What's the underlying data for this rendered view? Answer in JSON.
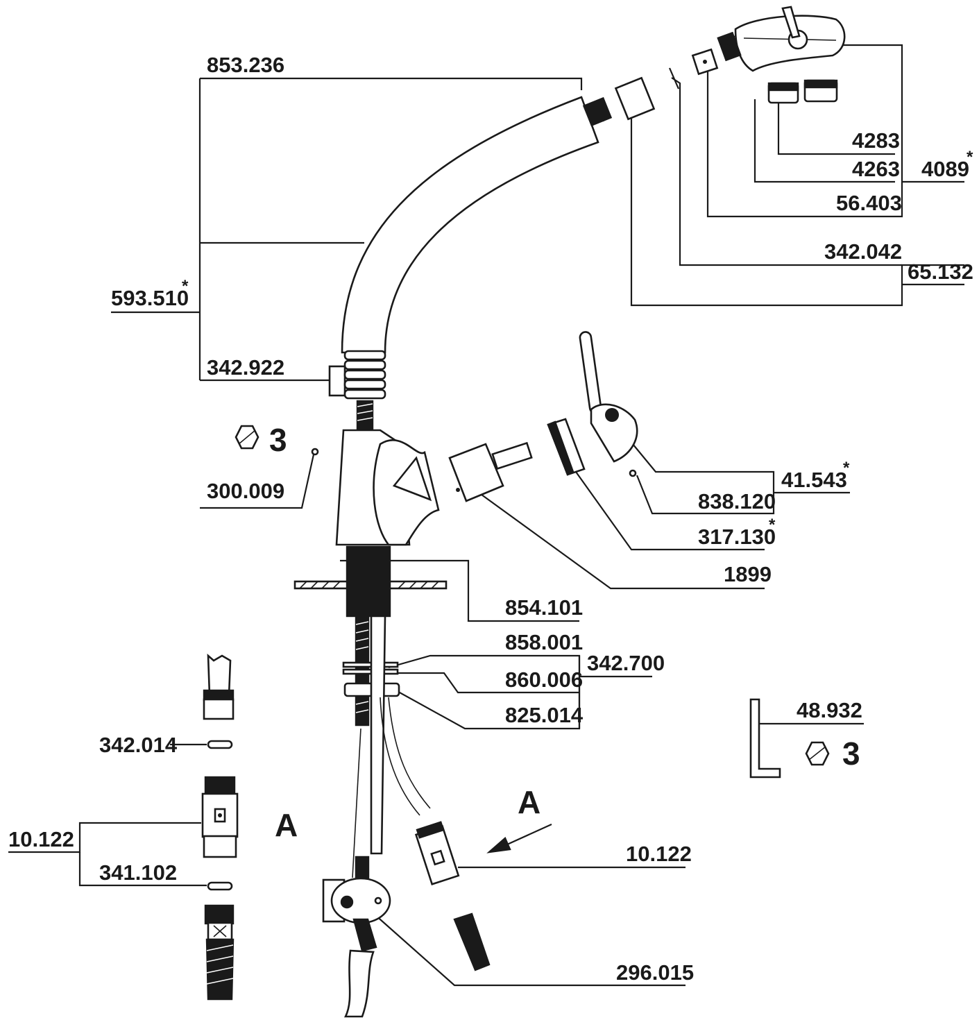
{
  "parts": {
    "p853_236": "853.236",
    "p4283": "4283",
    "p4263": "4263",
    "p4089": "4089",
    "p56_403": "56.403",
    "p342_042": "342.042",
    "p65_132": "65.132",
    "p593_510": "593.510",
    "p342_922": "342.922",
    "p300_009": "300.009",
    "p41_543": "41.543",
    "p838_120": "838.120",
    "p317_130": "317.130",
    "p1899": "1899",
    "p854_101": "854.101",
    "p858_001": "858.001",
    "p342_700": "342.700",
    "p860_006": "860.006",
    "p825_014": "825.014",
    "p48_932": "48.932",
    "p342_014": "342.014",
    "p10_122_left": "10.122",
    "p341_102": "341.102",
    "p10_122_right": "10.122",
    "p296_015": "296.015"
  },
  "markers": {
    "star": "*",
    "hex_size": "3",
    "detail_a": "A"
  },
  "icons": {
    "hex_key_symbol": "hexagon-socket-icon",
    "allen_key": "allen-key-icon"
  },
  "colors": {
    "ink": "#1a1a1a",
    "paper": "#ffffff"
  }
}
